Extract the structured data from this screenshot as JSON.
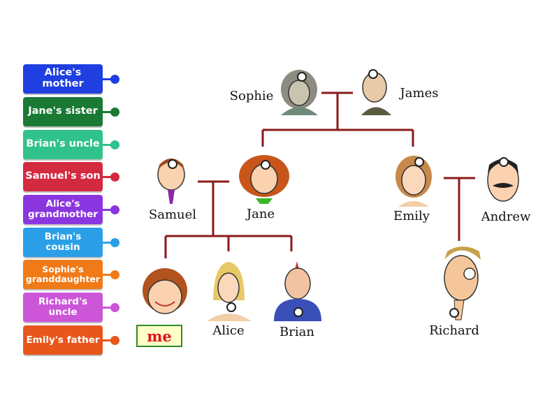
{
  "labels": [
    {
      "lines": [
        "Alice's",
        "mother"
      ],
      "color": "#1f3fe0"
    },
    {
      "lines": [
        "Jane's sister"
      ],
      "color": "#1a7a34"
    },
    {
      "lines": [
        "Brian's uncle"
      ],
      "color": "#2fc28a"
    },
    {
      "lines": [
        "Samuel's son"
      ],
      "color": "#d42a40"
    },
    {
      "lines": [
        "Alice's",
        "grandmother"
      ],
      "color": "#8a36e0"
    },
    {
      "lines": [
        "Brian's",
        "cousin"
      ],
      "color": "#2a9fe8"
    },
    {
      "lines": [
        "Sophie's",
        "granddaughter"
      ],
      "color": "#f07a18"
    },
    {
      "lines": [
        "Richard's",
        "uncle"
      ],
      "color": "#cc55d8"
    },
    {
      "lines": [
        "Emily's father"
      ],
      "color": "#e8561b"
    }
  ],
  "people": {
    "sophie": "Sophie",
    "james": "James",
    "samuel": "Samuel",
    "jane": "Jane",
    "emily": "Emily",
    "andrew": "Andrew",
    "alice": "Alice",
    "brian": "Brian",
    "richard": "Richard",
    "me": "me"
  },
  "colors": {
    "tree_line": "#8a1a1a",
    "me_text": "#e0141b",
    "me_border": "#2f8a2a",
    "me_fill": "#ffffc8"
  }
}
